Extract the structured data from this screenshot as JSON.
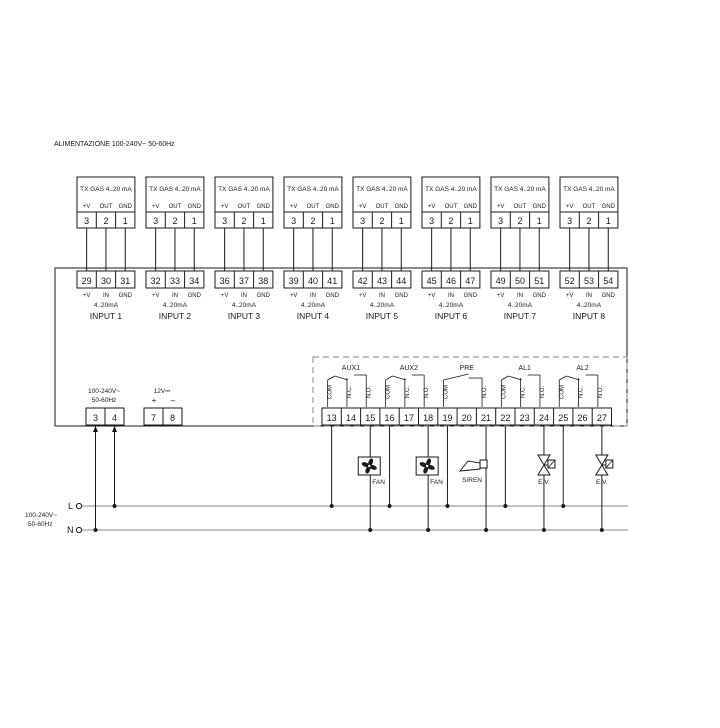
{
  "supply_note": "ALIMENTAZIONE 100-240V~  50-60Hz",
  "transmitters": [
    {
      "label": "TX GAS 4..20 mA",
      "pins": [
        "3",
        "2",
        "1"
      ]
    },
    {
      "label": "TX GAS 4..20 mA",
      "pins": [
        "3",
        "2",
        "1"
      ]
    },
    {
      "label": "TX GAS 4..20 mA",
      "pins": [
        "3",
        "2",
        "1"
      ]
    },
    {
      "label": "TX GAS 4..20 mA",
      "pins": [
        "3",
        "2",
        "1"
      ]
    },
    {
      "label": "TX GAS 4..20 mA",
      "pins": [
        "3",
        "2",
        "1"
      ]
    },
    {
      "label": "TX GAS 4..20 mA",
      "pins": [
        "3",
        "2",
        "1"
      ]
    },
    {
      "label": "TX GAS 4..20 mA",
      "pins": [
        "3",
        "2",
        "1"
      ]
    },
    {
      "label": "TX GAS 4..20 mA",
      "pins": [
        "3",
        "2",
        "1"
      ]
    }
  ],
  "tx_pin_names": [
    "+V",
    "OUT",
    "GND"
  ],
  "inputs": [
    {
      "name": "INPUT 1",
      "terminals": [
        "29",
        "30",
        "31"
      ]
    },
    {
      "name": "INPUT 2",
      "terminals": [
        "32",
        "33",
        "34"
      ]
    },
    {
      "name": "INPUT 3",
      "terminals": [
        "36",
        "37",
        "38"
      ]
    },
    {
      "name": "INPUT 4",
      "terminals": [
        "39",
        "40",
        "41"
      ]
    },
    {
      "name": "INPUT 5",
      "terminals": [
        "42",
        "43",
        "44"
      ]
    },
    {
      "name": "INPUT 6",
      "terminals": [
        "45",
        "46",
        "47"
      ]
    },
    {
      "name": "INPUT 7",
      "terminals": [
        "49",
        "50",
        "51"
      ]
    },
    {
      "name": "INPUT 8",
      "terminals": [
        "52",
        "53",
        "54"
      ]
    }
  ],
  "input_pin_names": [
    "+V",
    "IN",
    "GND"
  ],
  "input_range": "4..20mA",
  "power": {
    "label_top": "100-240V~",
    "label_bottom": "50-60Hz",
    "terminals": [
      "3",
      "4"
    ]
  },
  "dc_out": {
    "label": "12V⎓",
    "plus": "+",
    "minus": "–",
    "terminals": [
      "7",
      "8"
    ]
  },
  "relay_groups": [
    {
      "name": "AUX1",
      "contacts": [
        "COM",
        "N.C.",
        "N.O."
      ],
      "terminals": [
        "13",
        "14",
        "15"
      ]
    },
    {
      "name": "AUX2",
      "contacts": [
        "COM",
        "N.C.",
        "N.O."
      ],
      "terminals": [
        "16",
        "17",
        "18"
      ]
    },
    {
      "name": "PRE",
      "contacts": [
        "COM",
        "N.O."
      ],
      "terminals": [
        "19",
        "20",
        "21"
      ]
    },
    {
      "name": "AL1",
      "contacts": [
        "COM",
        "N.C.",
        "N.O."
      ],
      "terminals": [
        "22",
        "23",
        "24"
      ]
    },
    {
      "name": "AL2",
      "contacts": [
        "COM",
        "N.C.",
        "N.O."
      ],
      "terminals": [
        "25",
        "26",
        "27"
      ]
    }
  ],
  "loads": [
    {
      "name": "FAN",
      "icon": "fan-icon"
    },
    {
      "name": "FAN",
      "icon": "fan-icon"
    },
    {
      "name": "SIREN",
      "icon": "siren-icon"
    },
    {
      "name": "E.V.",
      "icon": "solenoid-valve-icon"
    },
    {
      "name": "E.V.",
      "icon": "solenoid-valve-icon"
    }
  ],
  "mains": {
    "line": "L",
    "neutral": "N",
    "label_top": "100-240V~",
    "label_bottom": "50-60Hz"
  }
}
